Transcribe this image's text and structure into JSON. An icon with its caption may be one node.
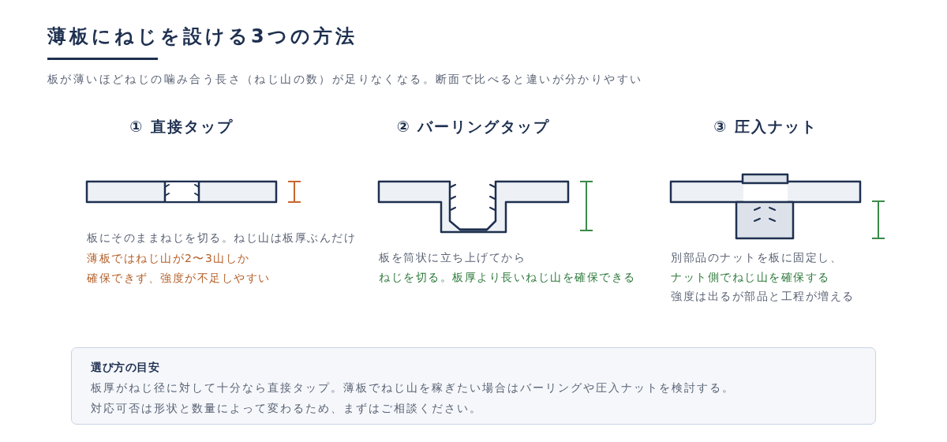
{
  "diagram": {
    "title": "薄板にねじを設ける3つの方法",
    "nodes": [
      {
        "text": [
          "選び方の目安",
          "板厚がねじ径に対して十分なら直接タップ。薄板でねじ山を稼ぎたい場合はバーリングや圧入ナットを検討する。",
          "対応可否は形状と数量によって変わるため、まずはご相談ください。"
        ]
      }
    ],
    "labels": [
      "板が薄いほどねじの噛み合う長さ（ねじ山の数）が足りなくなる。断面で比べると違いが分かりやすい",
      "① 直接タップ",
      "② バーリングタップ",
      "③ 圧入ナット",
      "板にそのままねじを切る。ねじ山は板厚ぶんだけ",
      "薄板ではねじ山が2〜3山しか",
      "確保できず、強度が不足しやすい",
      "板を筒状に立ち上げてから",
      "ねじを切る。板厚より長いねじ山を確保できる",
      "別部品のナットを板に固定し、",
      "ナット側でねじ山を確保する",
      "強度は出るが部品と工程が増える"
    ]
  }
}
